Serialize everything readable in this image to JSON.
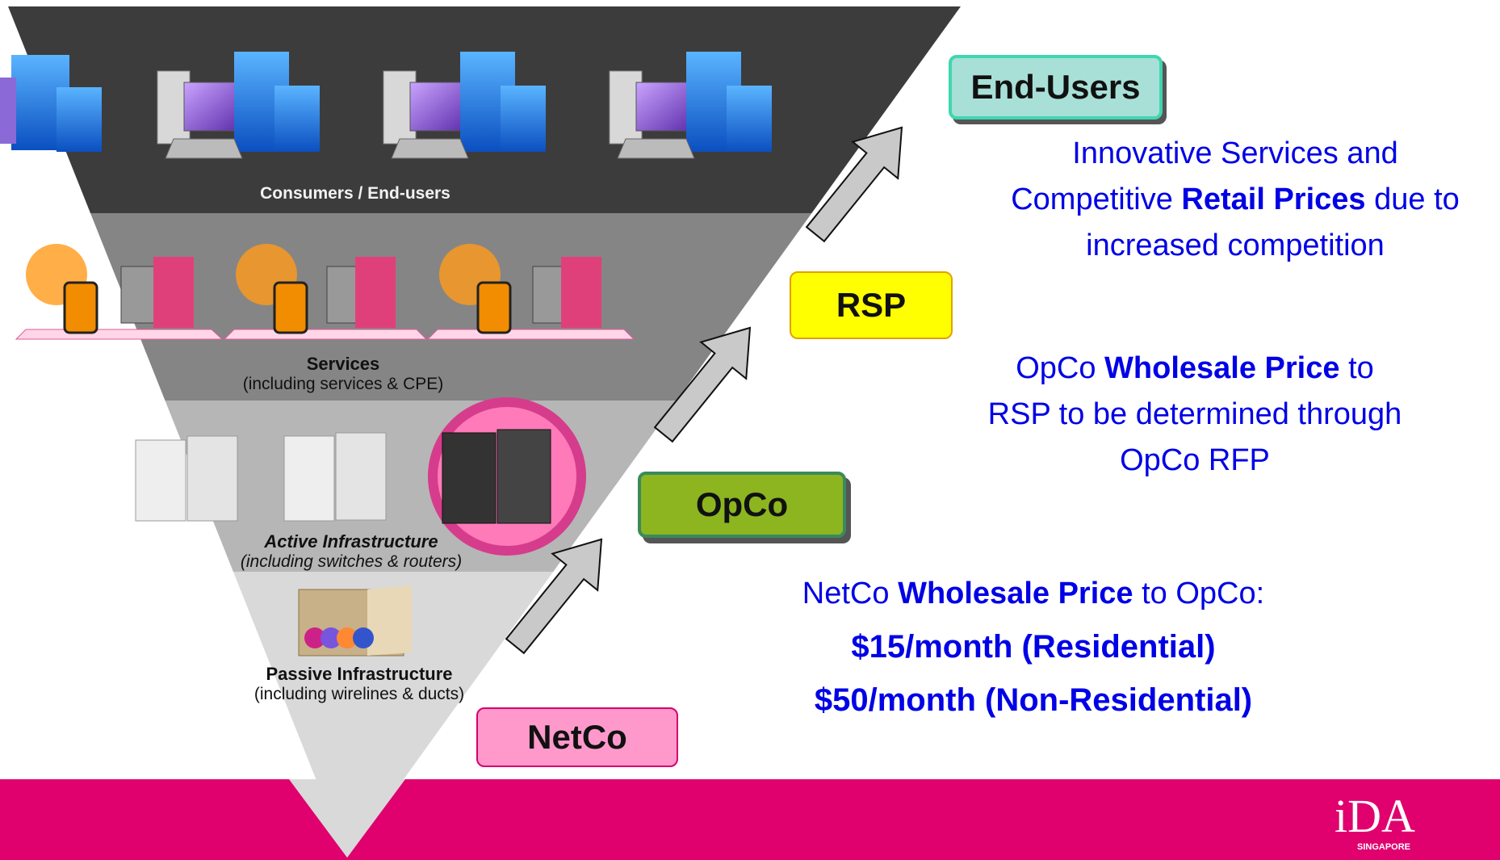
{
  "layers": {
    "consumers": {
      "title": "Consumers / End-users"
    },
    "services": {
      "title": "Services",
      "subtitle": "(including services & CPE)"
    },
    "active": {
      "title": "Active Infrastructure",
      "subtitle": "(including switches & routers)"
    },
    "passive": {
      "title": "Passive Infrastructure",
      "subtitle": "(including wirelines & ducts)"
    }
  },
  "boxes": {
    "end_users": "End-Users",
    "rsp": "RSP",
    "opco": "OpCo",
    "netco": "NetCo"
  },
  "descriptions": {
    "retail": {
      "line1": "Innovative Services and",
      "line2_pre": "Competitive ",
      "line2_bold": "Retail Prices",
      "line2_post": " due to",
      "line3": "increased competition"
    },
    "opco": {
      "line1_pre": "OpCo ",
      "line1_bold": "Wholesale Price",
      "line1_post": " to",
      "line2": "RSP to be determined through",
      "line3": "OpCo RFP"
    },
    "netco": {
      "line1_pre": "NetCo ",
      "line1_bold": "Wholesale Price",
      "line1_post": " to OpCo:",
      "price_residential": "$15/month (Residential)",
      "price_non_residential": "$50/month (Non-Residential)"
    }
  },
  "logo": {
    "text": "iDA",
    "subtext": "SINGAPORE"
  },
  "colors": {
    "brand_magenta": "#e0006e",
    "text_blue": "#0000e6",
    "end_users_fill": "#a8e0d8",
    "rsp_fill": "#ffff00",
    "opco_fill": "#8cb520",
    "netco_fill": "#ff99cc"
  }
}
